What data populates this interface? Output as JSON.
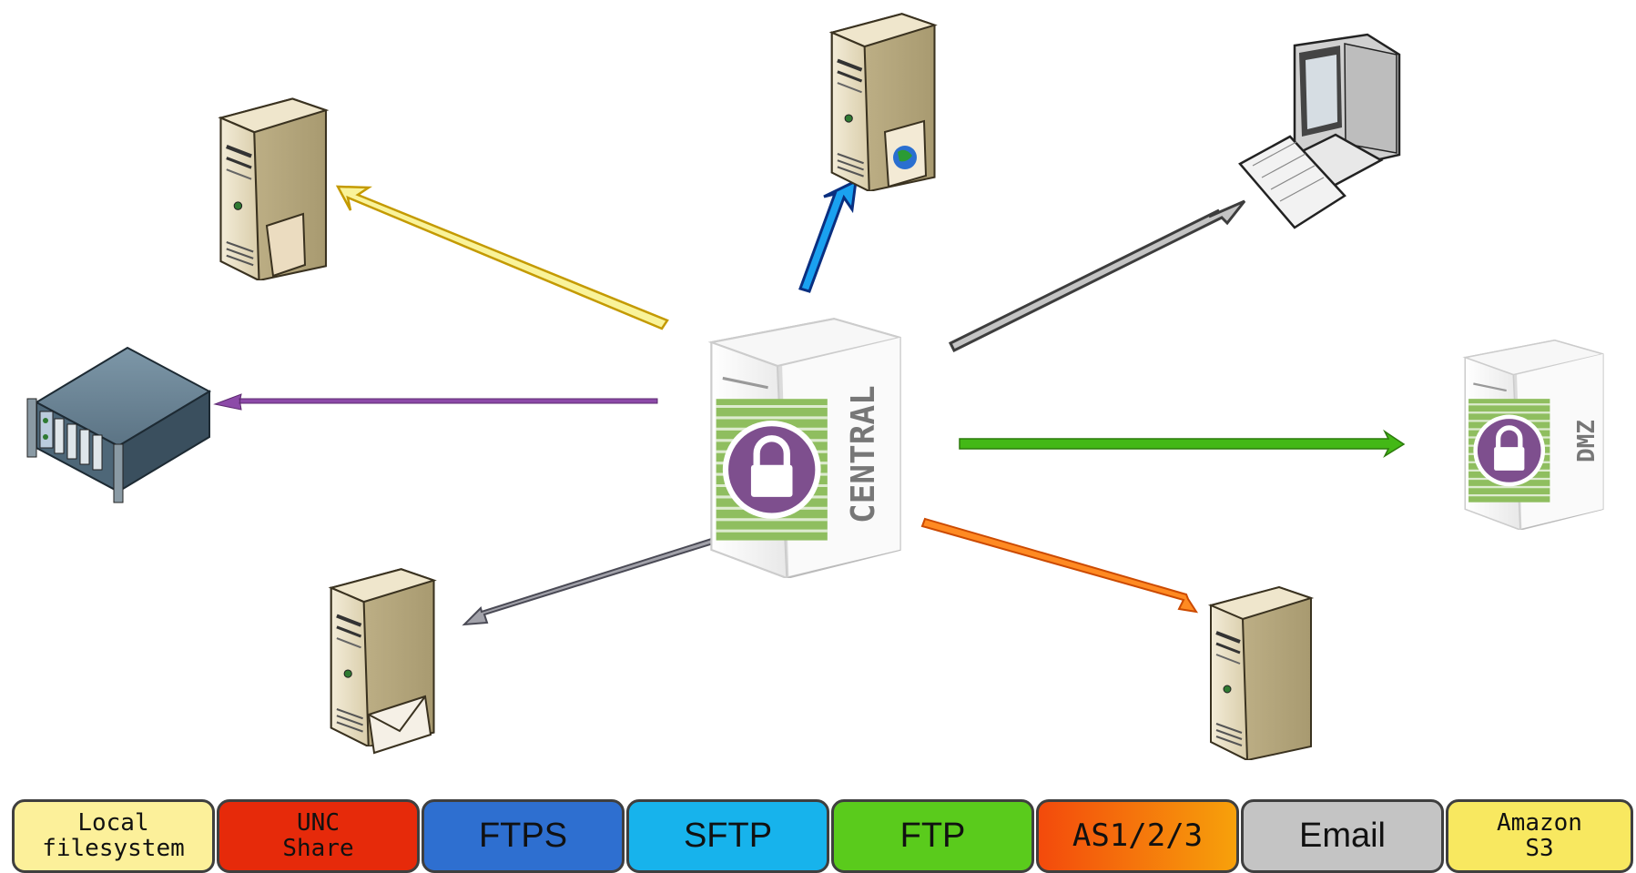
{
  "diagram": {
    "central_label": "CENTRAL",
    "dmz_label": "DMZ",
    "colors": {
      "local_filesystem": "#f5e85a",
      "unc_share": "#7b2f8e",
      "ftps": "#0a5dbb",
      "sftp": "#19a9e6",
      "ftp": "#3fb21a",
      "as123": "#f57a0c",
      "email_gray": "#6e6e6e",
      "computer_gray": "#4a4a4a"
    },
    "nodes": [
      {
        "name": "file-server",
        "icon": "server-with-folder-icon"
      },
      {
        "name": "web-server",
        "icon": "server-with-globe-icon"
      },
      {
        "name": "desktop-computer",
        "icon": "desktop-computer-icon"
      },
      {
        "name": "rack-server",
        "icon": "rack-server-icon"
      },
      {
        "name": "central-server",
        "icon": "central-lock-server-icon"
      },
      {
        "name": "dmz-server",
        "icon": "dmz-lock-server-icon"
      },
      {
        "name": "mail-server",
        "icon": "server-with-envelope-icon"
      },
      {
        "name": "generic-server",
        "icon": "server-icon"
      }
    ]
  },
  "protocols": [
    {
      "line1": "Local",
      "line2": "filesystem",
      "bg": "#fcf09a"
    },
    {
      "line1": "UNC",
      "line2": "Share",
      "bg": "#e62a0a"
    },
    {
      "line1": "FTPS",
      "line2": "",
      "bg": "#2e6fd0"
    },
    {
      "line1": "SFTP",
      "line2": "",
      "bg": "#17b3ec"
    },
    {
      "line1": "FTP",
      "line2": "",
      "bg": "#5acb1c"
    },
    {
      "line1": "AS1/2/3",
      "line2": "",
      "bg": "#f65b0e"
    },
    {
      "line1": "Email",
      "line2": "",
      "bg": "#c4c4c4"
    },
    {
      "line1": "Amazon",
      "line2": "S3",
      "bg": "#f8e860"
    }
  ]
}
